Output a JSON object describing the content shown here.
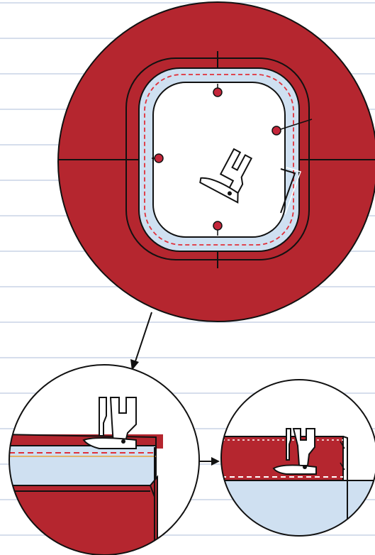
{
  "colors": {
    "fabric_red": "#b5262f",
    "lining_blue": "#cfe0f1",
    "ruled_line": "#c9d4e6",
    "outline": "#111111",
    "stitch_red": "#e0303a",
    "stitch_orange": "#e8a33a",
    "stitch_white": "#ffffff",
    "pin_red": "#c4263a",
    "presser_foot": "#ffffff"
  },
  "icons": {
    "main_view": "circular-armhole-seam-illustration",
    "detail_view_1": "presser-foot-on-folded-edge",
    "detail_view_2": "presser-foot-topstitching",
    "connector_1": "arrow-down-left-icon",
    "connector_2": "arrow-right-icon"
  },
  "steps": {
    "pins_count": 4,
    "view_count": 3
  }
}
